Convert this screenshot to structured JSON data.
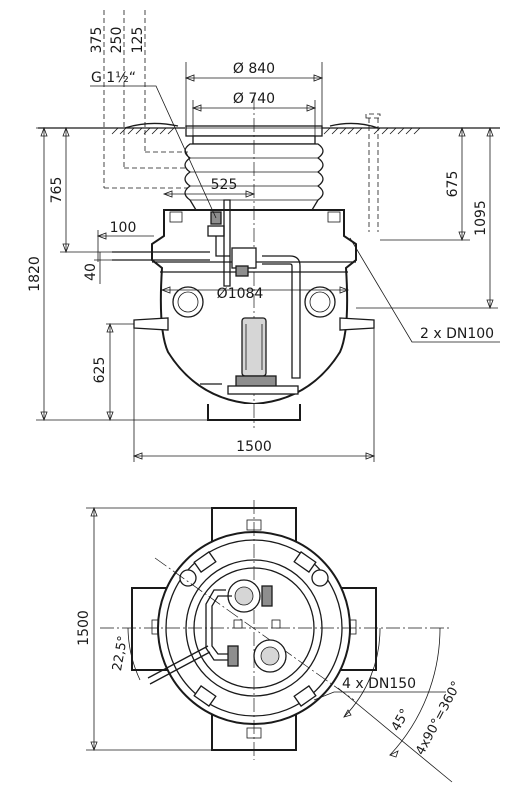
{
  "side_view": {
    "dimensions": {
      "d375": "375",
      "d250": "250",
      "d125": "125",
      "thread": "G 1½“",
      "d840": "Ø 840",
      "d740": "Ø 740",
      "d525": "525",
      "d765": "765",
      "d675": "675",
      "d1095": "1095",
      "d1820": "1820",
      "d100": "100",
      "d40": "40",
      "d1084": "Ø1084",
      "d625": "625",
      "d1500": "1500",
      "inlet_note": "2 x DN100"
    }
  },
  "top_view": {
    "dimensions": {
      "d1500": "1500",
      "angle_22_5": "22,5°",
      "inlets": "4 x DN150",
      "angle_45": "45°",
      "angle_total": "4x90°=360°"
    }
  }
}
